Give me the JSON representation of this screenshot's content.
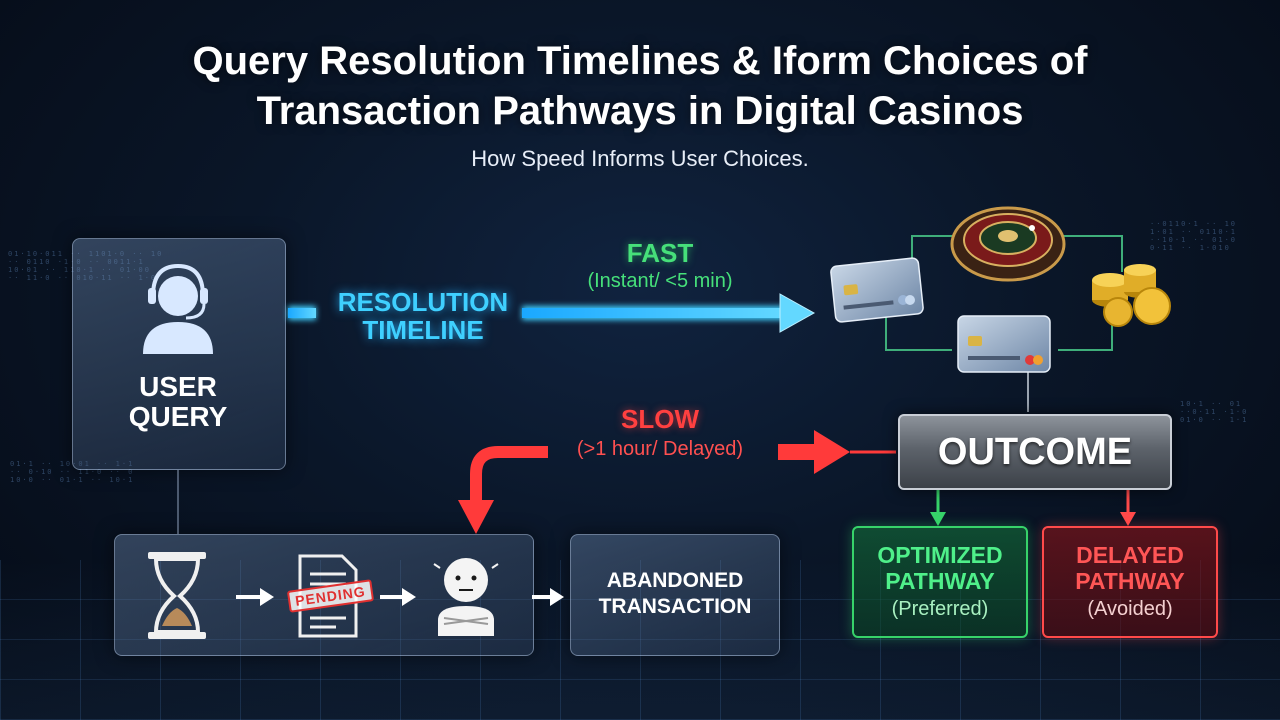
{
  "title_line1": "Query Resolution Timelines & Iform Choices of",
  "title_line2": "Transaction Pathways in Digital Casinos",
  "subtitle": "How Speed Informs User Choices.",
  "user_query": {
    "line1": "USER",
    "line2": "QUERY"
  },
  "resolution_timeline": {
    "line1": "RESOLUTION",
    "line2": "TIMELINE"
  },
  "fast": {
    "label": "FAST",
    "sub": "(Instant/ <5 min)"
  },
  "slow": {
    "label": "SLOW",
    "sub": "(>1 hour/ Delayed)"
  },
  "outcome": "OUTCOME",
  "optimized": {
    "line1": "OPTIMIZED",
    "line2": "PATHWAY",
    "sub": "(Preferred)"
  },
  "delayed": {
    "line1": "DELAYED",
    "line2": "PATHWAY",
    "sub": "(Avoided)"
  },
  "pending_stamp": "PENDING",
  "abandoned": {
    "line1": "ABANDONED",
    "line2": "TRANSACTION"
  },
  "colors": {
    "fast": "#46e07a",
    "slow": "#ff4040",
    "timeline": "#3fd0ff",
    "outcome": "#5d636b"
  },
  "icons": [
    "headset-user-icon",
    "credit-card-icon",
    "roulette-wheel-icon",
    "gold-coins-icon",
    "hourglass-icon",
    "pending-document-icon",
    "frustrated-user-icon"
  ]
}
